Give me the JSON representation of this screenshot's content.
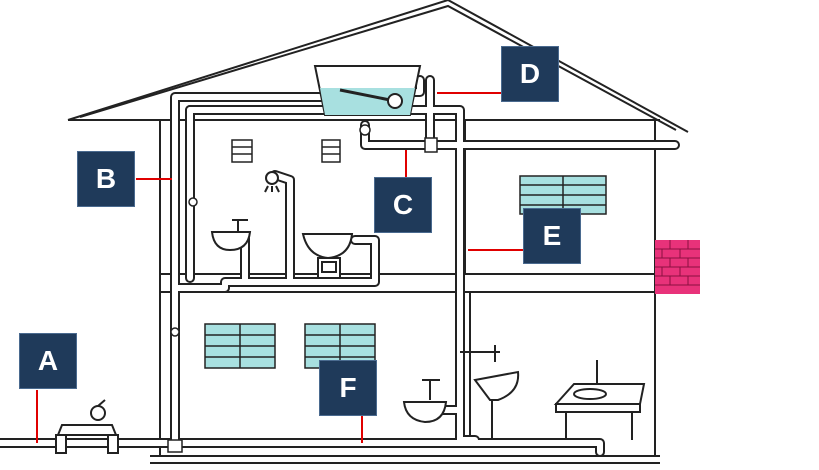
{
  "labels": {
    "a": "A",
    "b": "B",
    "c": "C",
    "d": "D",
    "e": "E",
    "f": "F"
  },
  "colors": {
    "label_fill": "#1f3a5a",
    "leader_line": "#e00000",
    "pipe_outline": "#222222",
    "window_fill": "#a8e0e0",
    "brick_fill": "#e8327a",
    "tank_water": "#a8e0e0"
  }
}
